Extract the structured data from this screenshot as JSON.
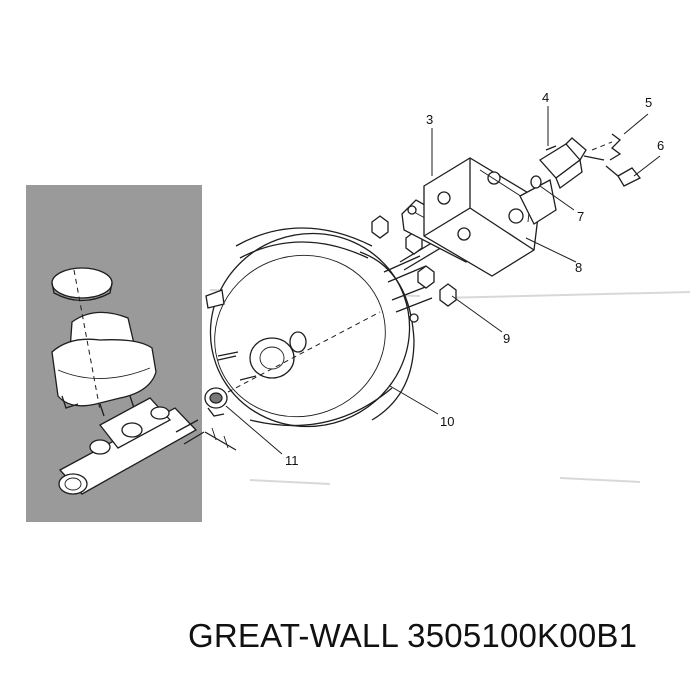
{
  "colors": {
    "line": "#1e1e1e",
    "gray_panel": "#9a9a9a",
    "background": "#ffffff"
  },
  "callouts": [
    "3",
    "4",
    "5",
    "6",
    "7",
    "8",
    "9",
    "10",
    "11"
  ],
  "caption": "GREAT-WALL 3505100K00B1"
}
